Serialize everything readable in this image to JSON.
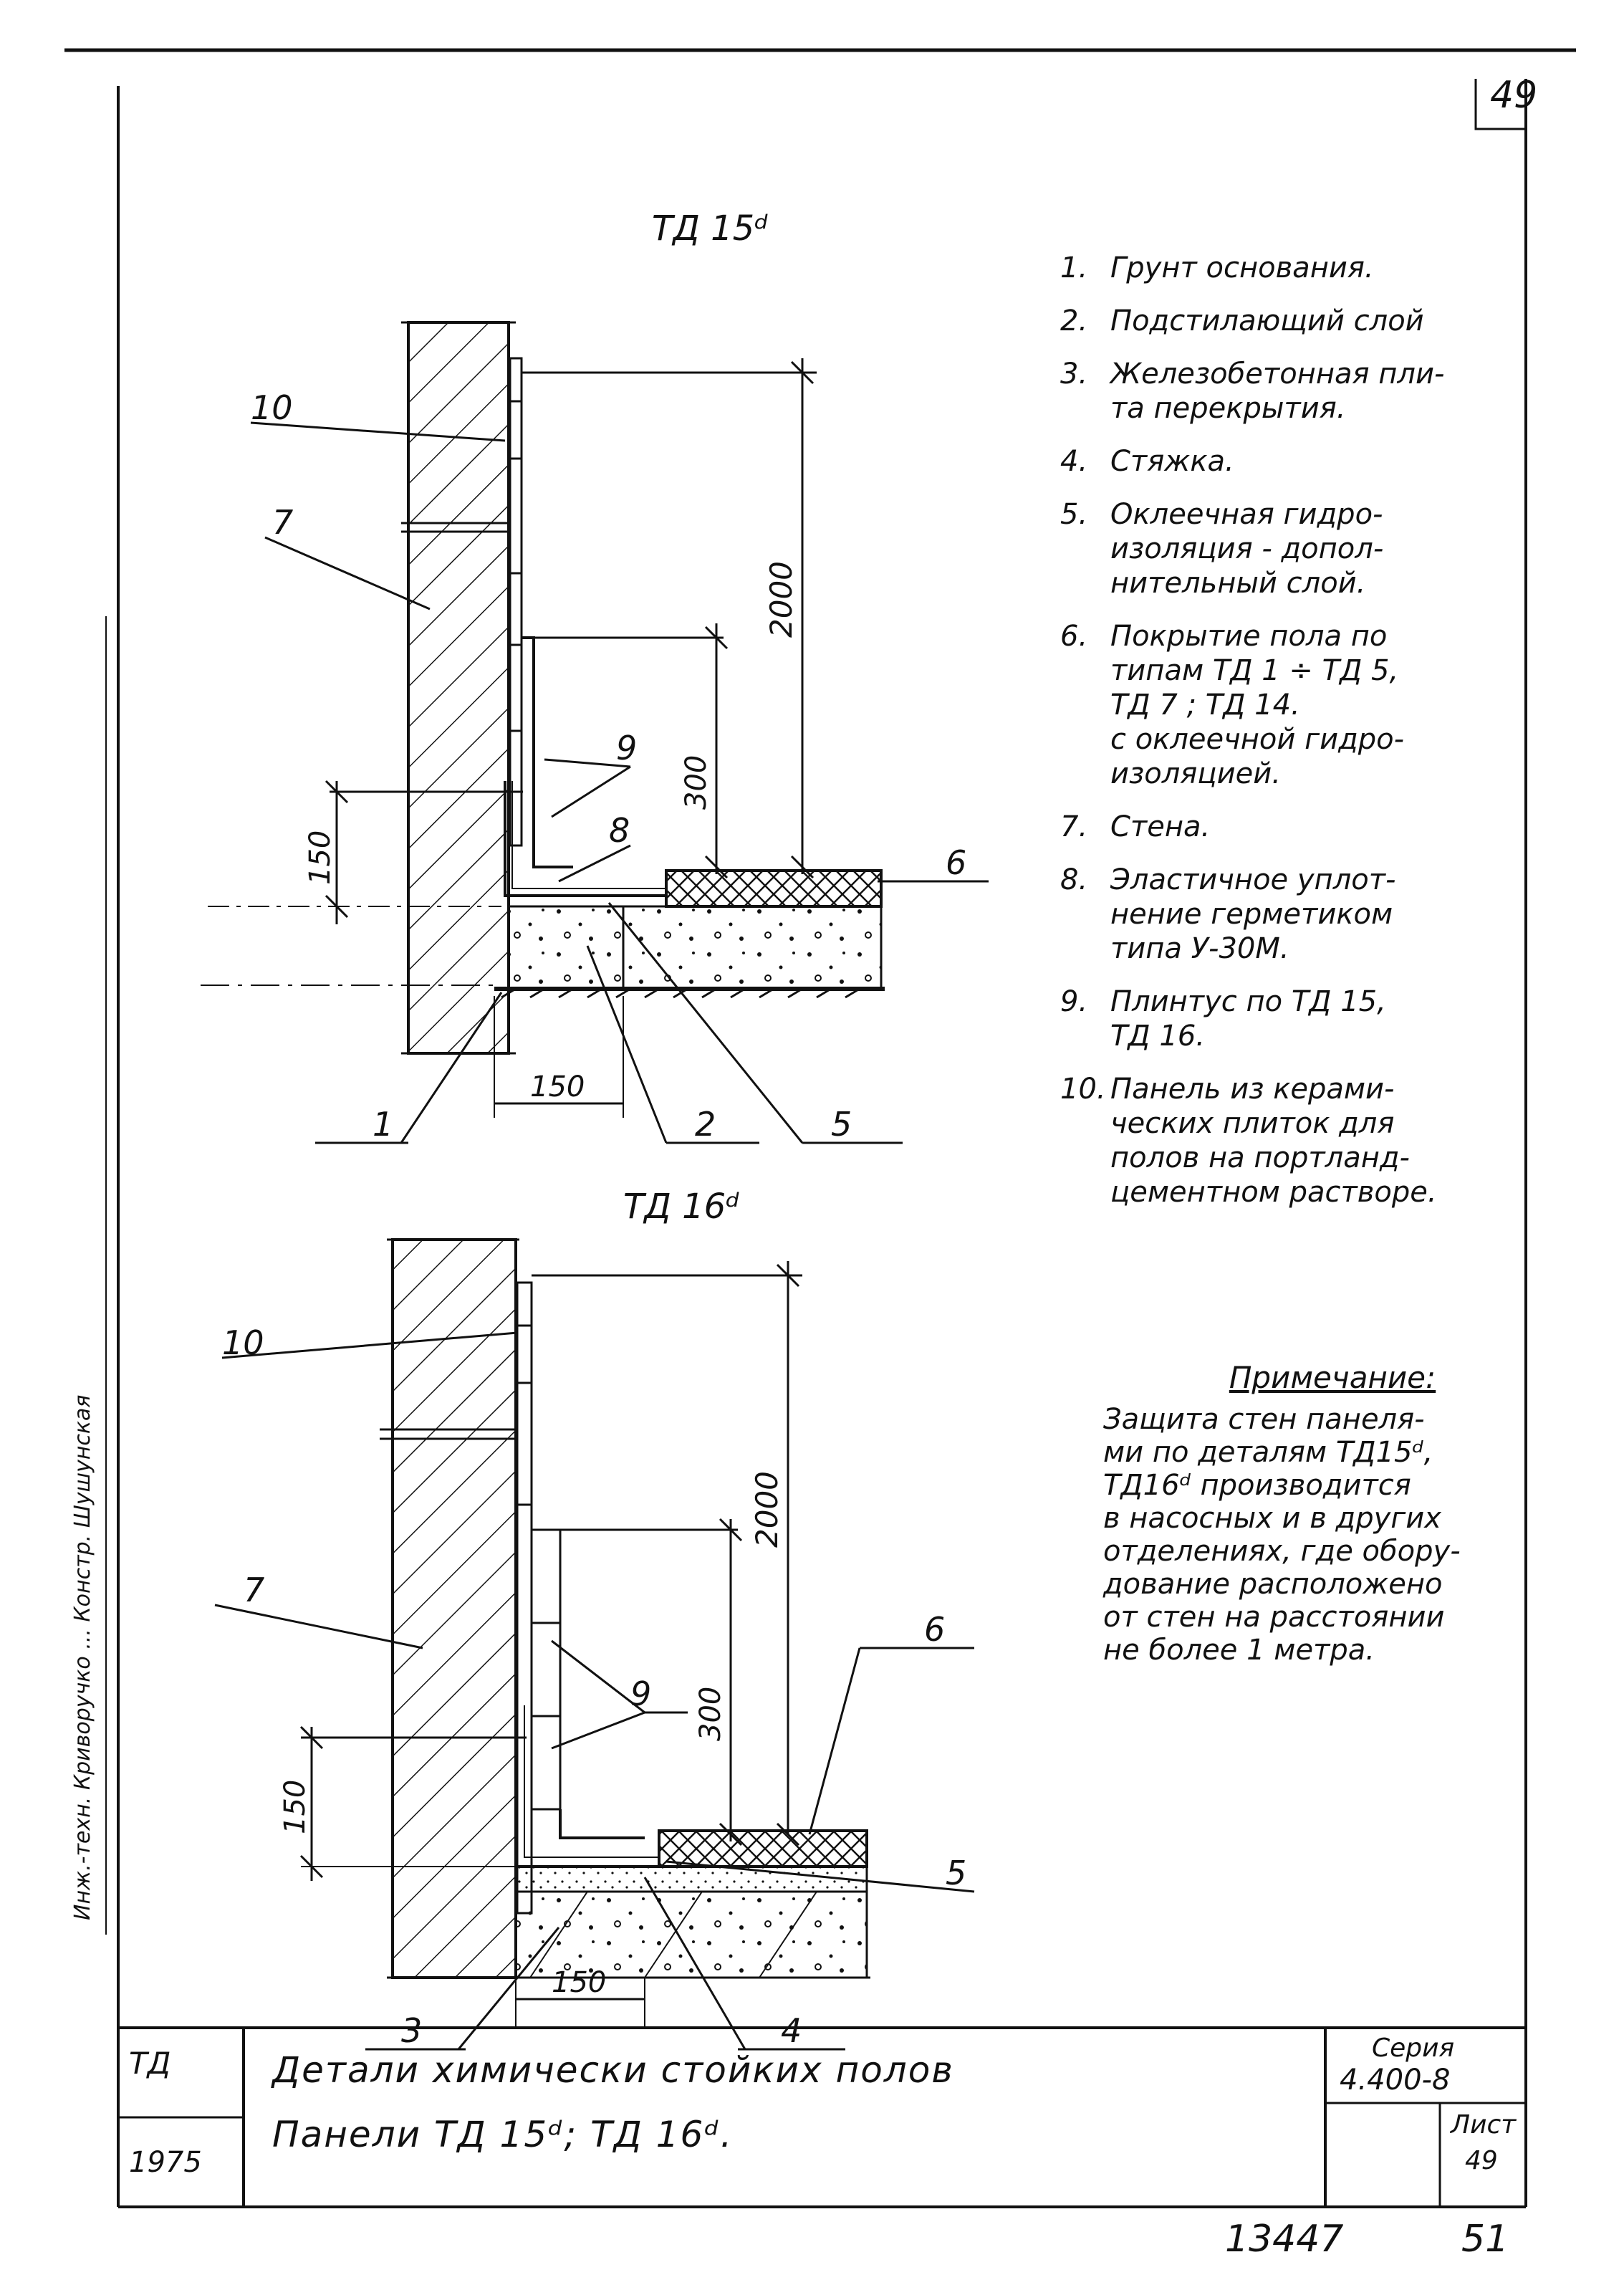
{
  "sheet_number": "49",
  "details": [
    {
      "title": "ТД 15ᵈ",
      "dim_height": "2000",
      "dim_skirting": "300",
      "dim_vertical": "150",
      "dim_horizontal": "150",
      "callouts": [
        "10",
        "7",
        "9",
        "8",
        "6",
        "1",
        "2",
        "5"
      ]
    },
    {
      "title": "ТД 16ᵈ",
      "dim_height": "2000",
      "dim_skirting": "300",
      "dim_vertical": "150",
      "dim_horizontal": "150",
      "callouts": [
        "10",
        "7",
        "9",
        "6",
        "5",
        "3",
        "4"
      ]
    }
  ],
  "legend": [
    {
      "num": "1.",
      "text": "Грунт основания."
    },
    {
      "num": "2.",
      "text": "Подстилающий слой"
    },
    {
      "num": "3.",
      "text": "Железобетонная пли-\nта перекрытия."
    },
    {
      "num": "4.",
      "text": "Стяжка."
    },
    {
      "num": "5.",
      "text": "Оклеечная гидро-\nизоляция - допол-\nнительный слой."
    },
    {
      "num": "6.",
      "text": "Покрытие пола по\nтипам ТД 1 ÷ ТД 5,\nТД 7 ; ТД 14.\nс оклеечной гидро-\nизоляцией."
    },
    {
      "num": "7.",
      "text": "Стена."
    },
    {
      "num": "8.",
      "text": "Эластичное уплот-\nнение герметиком\nтипа У-30М."
    },
    {
      "num": "9.",
      "text": "Плинтус по ТД 15,\nТД 16."
    },
    {
      "num": "10.",
      "text": "Панель из керами-\nческих плиток для\nполов на портланд-\nцементном растворе."
    }
  ],
  "note": {
    "heading": "Примечание:",
    "text": "Защита стен панеля-\nми по деталям ТД15ᵈ,\nТД16ᵈ производится\nв насосных и в других\nотделениях, где обору-\nдование расположено\nот стен на расстоянии\nне более 1 метра."
  },
  "side_stamp": "Инж.-техн. Криворучко  ...  Констр.  Шушунская",
  "title_block": {
    "org": "ТД",
    "year": "1975",
    "title_line1": "Детали химически стойких полов",
    "title_line2": "Панели ТД 15ᵈ; ТД 16ᵈ.",
    "series_label": "Серия",
    "series_value": "4.400-8",
    "sheet_label": "Лист",
    "sheet_value": "49"
  },
  "footer": {
    "archive_number": "13447",
    "page_number": "51"
  }
}
